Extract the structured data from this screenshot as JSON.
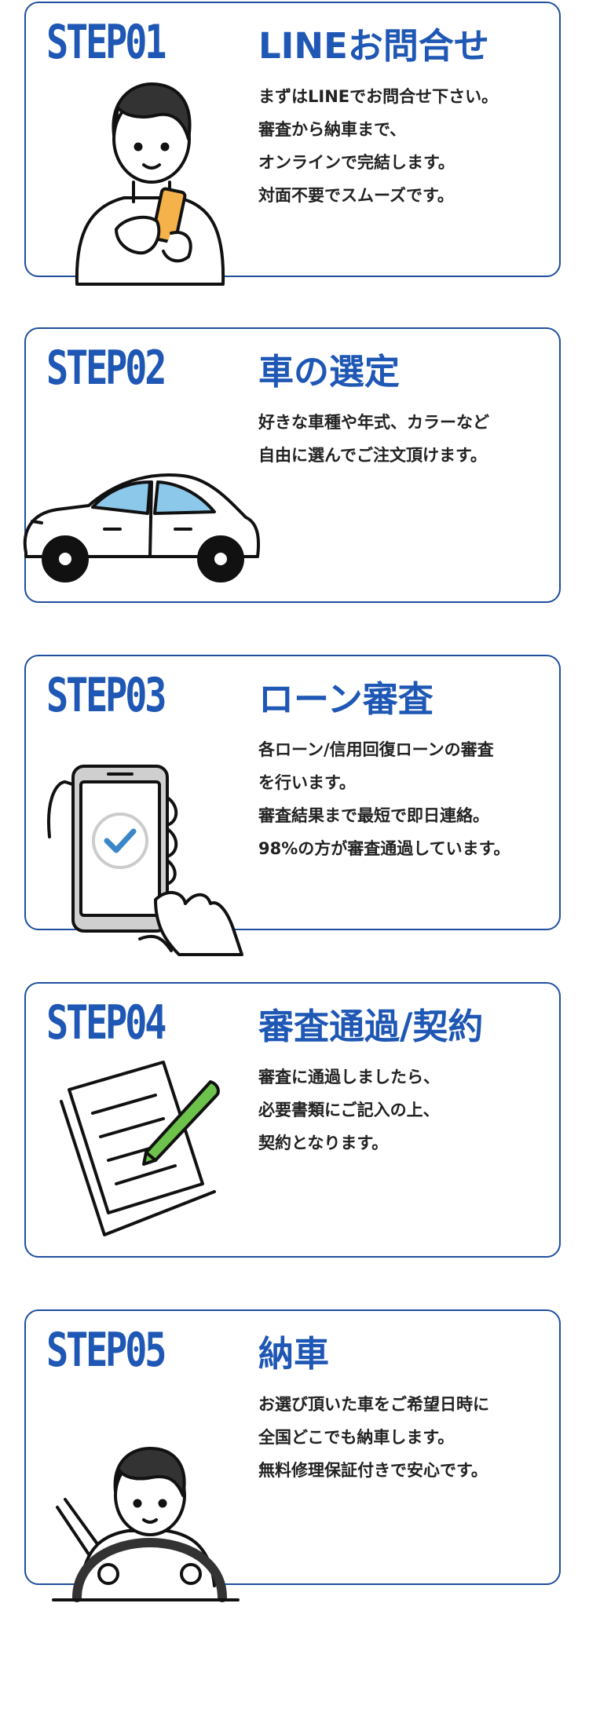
{
  "steps": [
    {
      "label": "STEP01",
      "title": "LINEお問合せ",
      "lines": [
        "まずはLINEでお問合せ下さい。",
        "審査から納車まで、",
        "オンラインで完結します。",
        "対面不要でスムーズです。"
      ]
    },
    {
      "label": "STEP02",
      "title": "車の選定",
      "lines": [
        "好きな車種や年式、カラーなど",
        "自由に選んでご注文頂けます。"
      ]
    },
    {
      "label": "STEP03",
      "title": "ローン審査",
      "lines": [
        "各ローン/信用回復ローンの審査",
        "を行います。",
        "審査結果まで最短で即日連絡。",
        "98%の方が審査通過しています。"
      ]
    },
    {
      "label": "STEP04",
      "title": "審査通過/契約",
      "lines": [
        "審査に通過しましたら、",
        "必要書類にご記入の上、",
        "契約となります。"
      ]
    },
    {
      "label": "STEP05",
      "title": "納車",
      "lines": [
        "お選び頂いた車をご希望日時に",
        "全国どこでも納車します。",
        "無料修理保証付きで安心です。"
      ]
    }
  ],
  "icons": [
    "person-phone-icon",
    "car-icon",
    "smartphone-check-icon",
    "document-pen-icon",
    "driver-icon"
  ],
  "colors": {
    "accent": "#1f57b5",
    "border": "#1f4f9e",
    "text": "#222222",
    "phone": "#f6b24a",
    "pen": "#6cc24a",
    "window": "#8cc8ea",
    "check": "#3a86c8"
  }
}
